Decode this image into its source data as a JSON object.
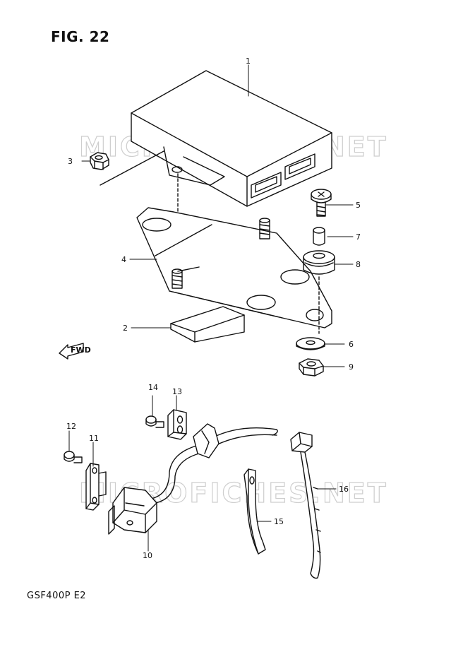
{
  "figure": {
    "title": "FIG. 22",
    "model": "GSF400P  E2"
  },
  "watermark": {
    "text": "MICROFICHES.NET",
    "color": "#c9c9c9"
  },
  "direction_marker": {
    "label": "FWD"
  },
  "callouts": [
    {
      "id": "c1",
      "number": "1"
    },
    {
      "id": "c2",
      "number": "2"
    },
    {
      "id": "c3",
      "number": "3"
    },
    {
      "id": "c4",
      "number": "4"
    },
    {
      "id": "c5",
      "number": "5"
    },
    {
      "id": "c6",
      "number": "6"
    },
    {
      "id": "c7",
      "number": "7"
    },
    {
      "id": "c8",
      "number": "8"
    },
    {
      "id": "c9",
      "number": "9"
    },
    {
      "id": "c10",
      "number": "10"
    },
    {
      "id": "c11",
      "number": "11"
    },
    {
      "id": "c12",
      "number": "12"
    },
    {
      "id": "c13",
      "number": "13"
    },
    {
      "id": "c14",
      "number": "14"
    },
    {
      "id": "c15",
      "number": "15"
    },
    {
      "id": "c16",
      "number": "16"
    }
  ]
}
